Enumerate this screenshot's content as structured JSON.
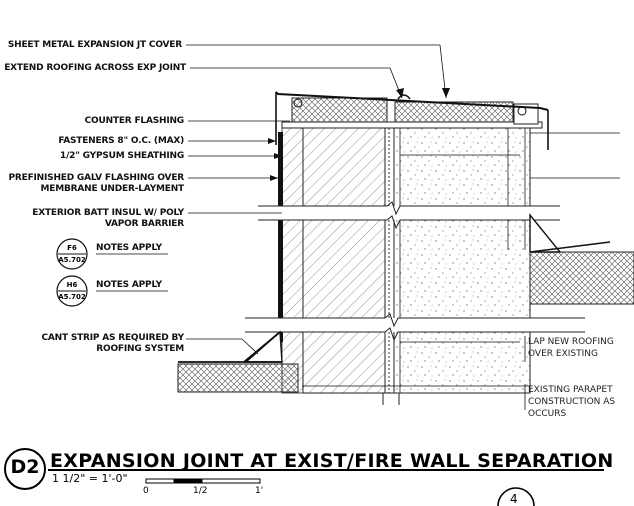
{
  "labels": {
    "sheet_metal": "SHEET METAL EXPANSION JT COVER",
    "extend_roofing": "EXTEND ROOFING ACROSS EXP JOINT",
    "counter_flashing": "COUNTER FLASHING",
    "fasteners": "FASTENERS 8\" O.C. (MAX)",
    "gypsum": "1/2\" GYPSUM SHEATHING",
    "galv_line1": "PREFINISHED GALV FLASHING OVER",
    "galv_line2": "MEMBRANE UNDER-LAYMENT",
    "batt_line1": "EXTERIOR BATT INSUL W/ POLY",
    "batt_line2": "VAPOR BARRIER",
    "cant_line1": "CANT STRIP AS REQUIRED BY",
    "cant_line2": "ROOFING SYSTEM",
    "notes_apply_1": "NOTES APPLY",
    "notes_apply_2": "NOTES APPLY"
  },
  "bubbles": [
    {
      "top": "F6",
      "bottom": "A5.702"
    },
    {
      "top": "H6",
      "bottom": "A5.702"
    }
  ],
  "right_notes": {
    "lap_line1": "LAP NEW ROOFING",
    "lap_line2": "OVER EXISTING",
    "exist_line1": "EXISTING PARAPET",
    "exist_line2": "CONSTRUCTION AS",
    "exist_line3": "OCCURS"
  },
  "title_block": {
    "detail_id": "D2",
    "title": "EXPANSION JOINT AT EXIST/FIRE WALL SEPARATION",
    "scale": "1 1/2\" = 1'-0\"",
    "scale_ticks": [
      "0",
      "1/2",
      "1'"
    ],
    "partial_bubble": "4"
  }
}
